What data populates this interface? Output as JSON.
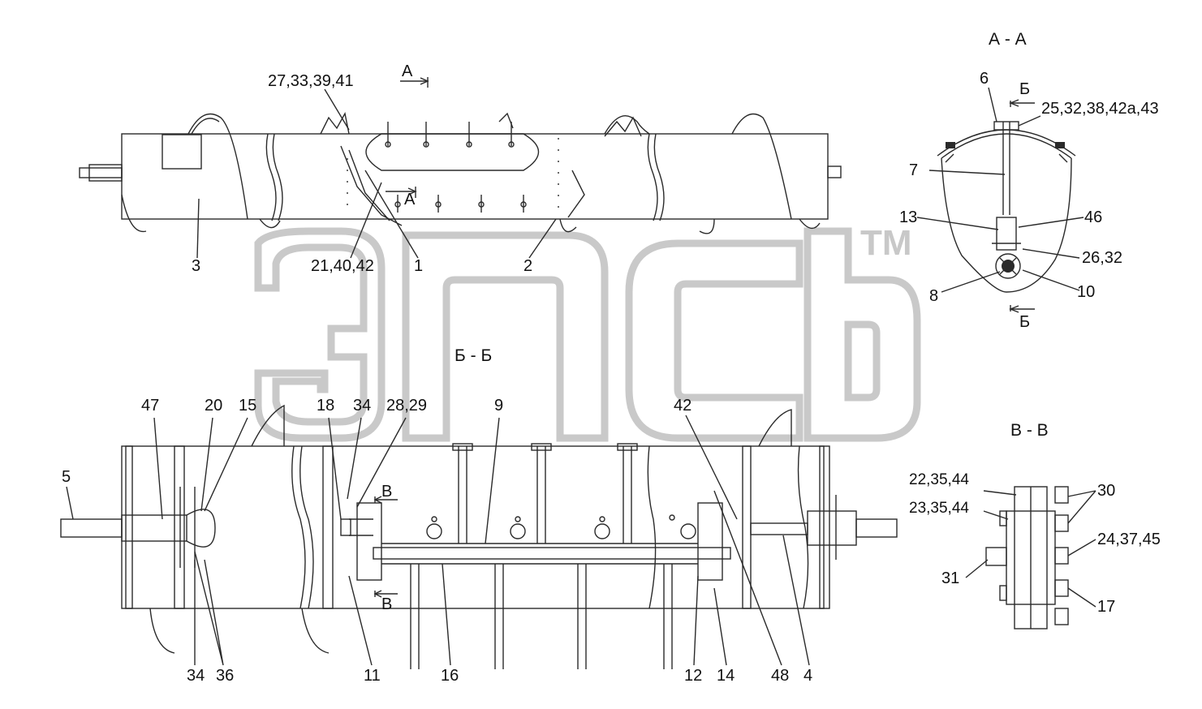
{
  "watermark": {
    "logo_text": "ЭПСБ",
    "tm": "ТМ"
  },
  "sections": {
    "a_a": "А - А",
    "b_b": "Б - Б",
    "v_v": "В - В",
    "cut_a_top": "А",
    "cut_a_mid": "А",
    "cut_b_top": "Б",
    "cut_b_bottom": "Б",
    "cut_v_top": "В",
    "cut_v_bottom": "В"
  },
  "callouts": {
    "top_view": [
      "27,33,39,41",
      "3",
      "21,40,42",
      "1",
      "2"
    ],
    "a_a": [
      "6",
      "25,32,38,42а,43",
      "7",
      "13",
      "46",
      "26,32",
      "8",
      "10"
    ],
    "b_b_top": [
      "47",
      "20",
      "15",
      "18",
      "34",
      "28,29",
      "9",
      "42"
    ],
    "b_b_left": [
      "5"
    ],
    "b_b_bottom": [
      "34",
      "36",
      "11",
      "16",
      "12",
      "14",
      "48",
      "4"
    ],
    "v_v": [
      "22,35,44",
      "30",
      "23,35,44",
      "24,37,45",
      "31",
      "17"
    ]
  },
  "colors": {
    "line": "#2a2a2a",
    "watermark": "#c8c8c8"
  }
}
